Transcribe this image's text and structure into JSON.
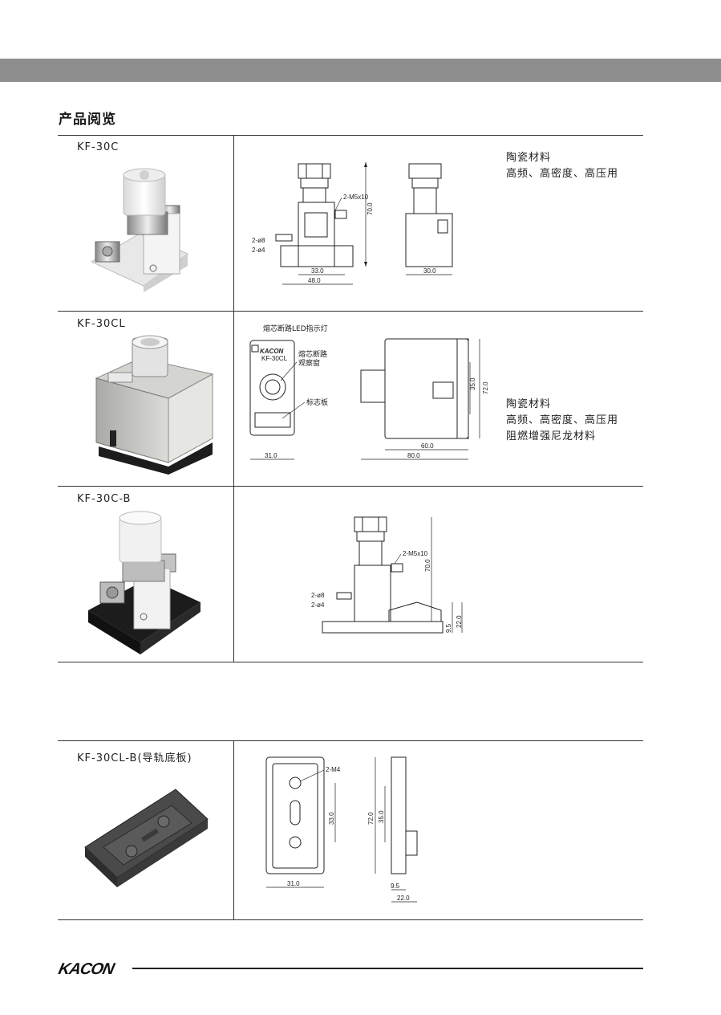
{
  "page": {
    "section_title": "产品阅览",
    "logo_text": "KACON"
  },
  "products": [
    {
      "model": "KF-30C",
      "description": [
        "陶瓷材料",
        "高频、高密度、高压用"
      ],
      "drawing": {
        "labels": [
          "2-M5x10",
          "2-ø8",
          "2-ø4",
          "70.0",
          "33.0",
          "48.0",
          "30.0"
        ]
      }
    },
    {
      "model": "KF-30CL",
      "description": [
        "陶瓷材料",
        "高频、高密度、高压用",
        "阻燃增强尼龙材料"
      ],
      "drawing": {
        "labels": [
          "熔芯断路LED指示灯",
          "熔芯断路",
          "观察窗",
          "标志板",
          "KF-30CL",
          "31.0",
          "35.0",
          "72.0",
          "60.0",
          "80.0"
        ]
      }
    },
    {
      "model": "KF-30C-B",
      "description": [],
      "drawing": {
        "labels": [
          "2-M5x10",
          "70.0",
          "2-ø8",
          "2-ø4",
          "9.5",
          "22.0"
        ]
      }
    },
    {
      "model": "KF-30CL-B(导轨底板)",
      "description": [],
      "drawing": {
        "labels": [
          "2-M4",
          "33.0",
          "31.0",
          "72.0",
          "35.0",
          "9.5",
          "22.0"
        ]
      }
    }
  ],
  "colors": {
    "header_bar": "#8e8e8e",
    "rule": "#333333"
  }
}
